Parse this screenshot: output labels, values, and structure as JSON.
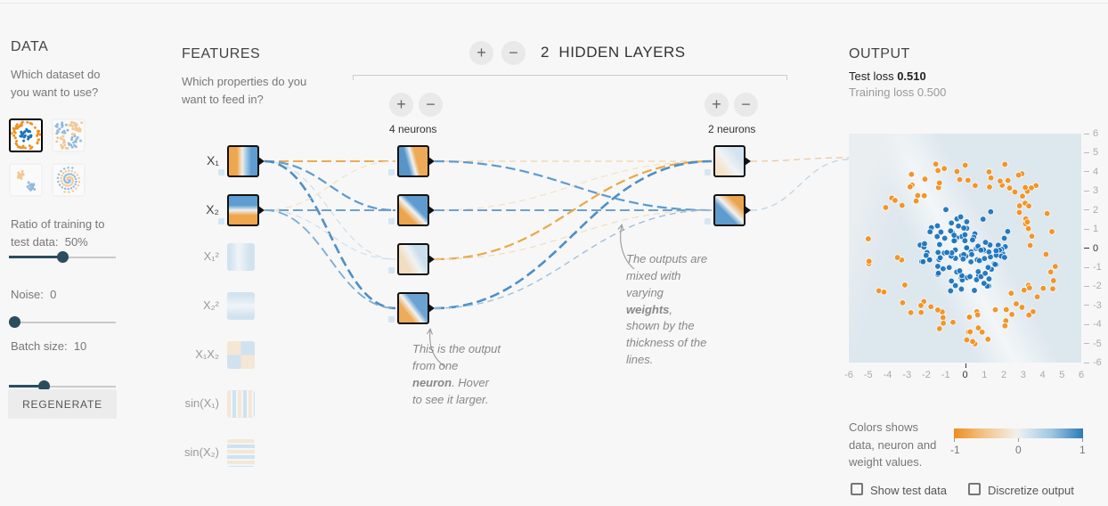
{
  "colors": {
    "positive_blue": "#0877bd",
    "negative_orange": "#f59322",
    "point_blue": "#1b74bc",
    "point_orange": "#f09120",
    "slider_accent": "#2a4d5f"
  },
  "data_panel": {
    "title": "DATA",
    "question": "Which dataset do you want to use?",
    "datasets": [
      {
        "name": "circle",
        "selected": true
      },
      {
        "name": "xor",
        "selected": false
      },
      {
        "name": "gaussian",
        "selected": false
      },
      {
        "name": "spiral",
        "selected": false
      }
    ],
    "sliders": [
      {
        "label": "Ratio of training to test data:",
        "value": "50%",
        "percent": 50
      },
      {
        "label": "Noise:",
        "value": "0",
        "percent": 0
      },
      {
        "label": "Batch size:",
        "value": "10",
        "percent": 31
      }
    ],
    "regenerate_label": "REGENERATE"
  },
  "features_panel": {
    "title": "FEATURES",
    "question": "Which properties do you want to feed in?",
    "features": [
      {
        "label": "X₁",
        "active": true
      },
      {
        "label": "X₂",
        "active": true
      },
      {
        "label": "X₁²",
        "active": false
      },
      {
        "label": "X₂²",
        "active": false
      },
      {
        "label": "X₁X₂",
        "active": false
      },
      {
        "label": "sin(X₁)",
        "active": false
      },
      {
        "label": "sin(X₂)",
        "active": false
      }
    ]
  },
  "network": {
    "hidden_layers_count": "2",
    "hidden_layers_label": "HIDDEN LAYERS",
    "layers": [
      {
        "neurons_label": "4 neurons"
      },
      {
        "neurons_label": "2 neurons"
      }
    ],
    "annotation_neuron": {
      "pre": "This is the output from one ",
      "bold": "neuron",
      "post": ". Hover to see it larger."
    },
    "annotation_weights": {
      "pre": "The outputs are mixed with varying ",
      "bold": "weights",
      "post": ", shown by the thickness of the lines."
    },
    "edges": [
      {
        "from": [
          297,
          181
        ],
        "to": [
          444,
          181
        ],
        "color": "#e9ab52",
        "w": 2
      },
      {
        "from": [
          297,
          181
        ],
        "to": [
          444,
          236
        ],
        "color": "#5e9bce",
        "w": 2.2
      },
      {
        "from": [
          297,
          181
        ],
        "to": [
          444,
          291
        ],
        "color": "#c5d9ea",
        "w": 1
      },
      {
        "from": [
          297,
          181
        ],
        "to": [
          444,
          346
        ],
        "color": "#4d8fc4",
        "w": 2.6
      },
      {
        "from": [
          297,
          236
        ],
        "to": [
          444,
          181
        ],
        "color": "#f3ddbb",
        "w": 1
      },
      {
        "from": [
          297,
          236
        ],
        "to": [
          444,
          236
        ],
        "color": "#6ba1cf",
        "w": 2
      },
      {
        "from": [
          297,
          236
        ],
        "to": [
          444,
          291
        ],
        "color": "#cfe0ed",
        "w": 1.2
      },
      {
        "from": [
          297,
          236
        ],
        "to": [
          444,
          346
        ],
        "color": "#79abd4",
        "w": 1.8
      },
      {
        "from": [
          488,
          181
        ],
        "to": [
          799,
          181
        ],
        "color": "#f0d4a8",
        "w": 1.2
      },
      {
        "from": [
          488,
          181
        ],
        "to": [
          799,
          236
        ],
        "color": "#5e9bce",
        "w": 2.2
      },
      {
        "from": [
          488,
          236
        ],
        "to": [
          799,
          181
        ],
        "color": "#f3ddbb",
        "w": 1
      },
      {
        "from": [
          488,
          236
        ],
        "to": [
          799,
          236
        ],
        "color": "#6ba1cf",
        "w": 2
      },
      {
        "from": [
          488,
          291
        ],
        "to": [
          799,
          181
        ],
        "color": "#e9a948",
        "w": 2.2
      },
      {
        "from": [
          488,
          291
        ],
        "to": [
          799,
          236
        ],
        "color": "#f0d8b4",
        "w": 1
      },
      {
        "from": [
          488,
          346
        ],
        "to": [
          799,
          181
        ],
        "color": "#4d8fc4",
        "w": 2.6
      },
      {
        "from": [
          488,
          346
        ],
        "to": [
          799,
          236
        ],
        "color": "#9dc0de",
        "w": 1.4
      },
      {
        "from": [
          843,
          181
        ],
        "to": [
          953,
          177
        ],
        "color": "#e9c79a",
        "w": 1.2
      },
      {
        "from": [
          843,
          236
        ],
        "to": [
          953,
          179
        ],
        "color": "#b9d2e6",
        "w": 1.2
      }
    ]
  },
  "output_panel": {
    "title": "OUTPUT",
    "test_loss_label": "Test loss",
    "test_loss_value": "0.510",
    "training_loss_label": "Training loss",
    "training_loss_value": "0.500",
    "legend_text": "Colors shows data, neuron and weight values.",
    "legend_ticks": [
      "-1",
      "0",
      "1"
    ],
    "checkboxes": [
      {
        "label": "Show test data",
        "checked": false
      },
      {
        "label": "Discretize output",
        "checked": false
      }
    ]
  },
  "chart_data": {
    "type": "scatter",
    "title": "",
    "xlabel": "",
    "ylabel": "",
    "xlim": [
      -6,
      6
    ],
    "ylim": [
      -6,
      6
    ],
    "x_ticks": [
      "-6",
      "-5",
      "-4",
      "-3",
      "-2",
      "-1",
      "0",
      "1",
      "2",
      "3",
      "4",
      "5",
      "6"
    ],
    "y_ticks": [
      "6",
      "5",
      "4",
      "3",
      "2",
      "1",
      "0",
      "-1",
      "-2",
      "-3",
      "-4",
      "-5",
      "-6"
    ],
    "grid": false,
    "legend_position": "none",
    "series": [
      {
        "name": "class +1 inner cluster",
        "color": "#1b74bc",
        "n": 115,
        "r_min": 0,
        "r_max": 2.4,
        "seed": 7
      },
      {
        "name": "class -1 outer ring",
        "color": "#f09120",
        "n": 102,
        "r_min": 3.3,
        "r_max": 5.05,
        "seed": 13
      }
    ]
  }
}
